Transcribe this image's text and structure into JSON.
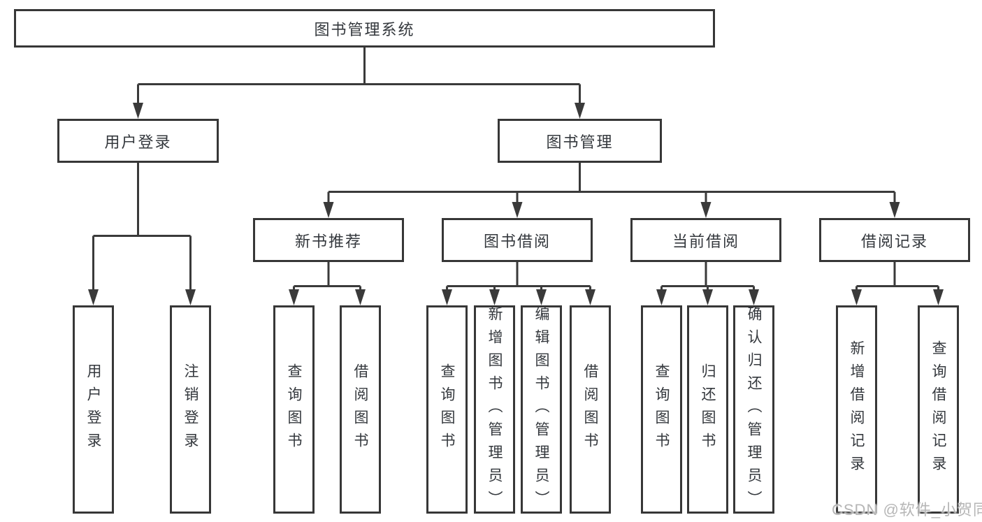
{
  "diagram": {
    "root": "图书管理系统",
    "user_login": {
      "label": "用户登录",
      "children": [
        "用户登录",
        "注销登录"
      ]
    },
    "book_mgmt": {
      "label": "图书管理",
      "sections": {
        "new_books": {
          "label": "新书推荐",
          "children": [
            "查询图书",
            "借阅图书"
          ]
        },
        "book_borrow": {
          "label": "图书借阅",
          "children": [
            "查询图书",
            "新增图书（管理员）",
            "编辑图书（管理员）",
            "借阅图书"
          ]
        },
        "current_borrow": {
          "label": "当前借阅",
          "children": [
            "查询图书",
            "归还图书",
            "确认归还（管理员）"
          ]
        },
        "borrow_records": {
          "label": "借阅记录",
          "children": [
            "新增借阅记录",
            "查询借阅记录"
          ]
        }
      }
    }
  },
  "watermark": "CSDN @软件_小贺同学",
  "colors": {
    "line": "#3a3a3a",
    "box_border": "#373737",
    "box_background": "#ffffff",
    "text": "#34383d",
    "watermark": "#b6b6b6",
    "page_background": "#ffffff"
  }
}
